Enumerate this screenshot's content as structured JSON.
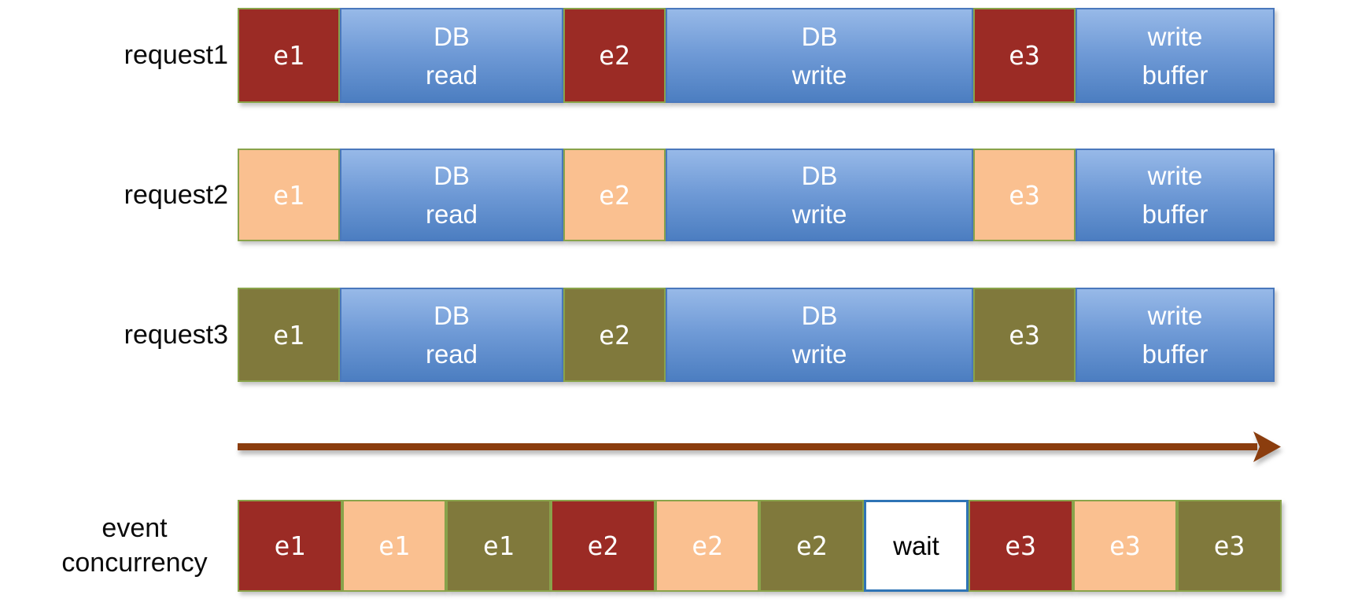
{
  "colors": {
    "maroon": "#9b2b25",
    "peach": "#fac090",
    "olive": "#80793c",
    "event_border": "#89a34a",
    "task_blue_top": "#97b9e8",
    "task_blue_bottom": "#4c7ec1",
    "task_border": "#4a78bc",
    "wait_border": "#2e74b5",
    "wait_fill": "#ffffff",
    "arrow": "#8b3d0e",
    "row_label_text": "#0a0a0a",
    "block_text": "#ffffff"
  },
  "rows": [
    {
      "label": "request1",
      "event_color": "maroon",
      "blocks": [
        {
          "kind": "event",
          "label": "e1"
        },
        {
          "kind": "task",
          "lines": [
            "DB",
            "read"
          ]
        },
        {
          "kind": "event",
          "label": "e2"
        },
        {
          "kind": "task",
          "lines": [
            "DB",
            "write"
          ]
        },
        {
          "kind": "event",
          "label": "e3"
        },
        {
          "kind": "task",
          "lines": [
            "write",
            "buffer"
          ]
        }
      ]
    },
    {
      "label": "request2",
      "event_color": "peach",
      "blocks": [
        {
          "kind": "event",
          "label": "e1"
        },
        {
          "kind": "task",
          "lines": [
            "DB",
            "read"
          ]
        },
        {
          "kind": "event",
          "label": "e2"
        },
        {
          "kind": "task",
          "lines": [
            "DB",
            "write"
          ]
        },
        {
          "kind": "event",
          "label": "e3"
        },
        {
          "kind": "task",
          "lines": [
            "write",
            "buffer"
          ]
        }
      ]
    },
    {
      "label": "request3",
      "event_color": "olive",
      "blocks": [
        {
          "kind": "event",
          "label": "e1"
        },
        {
          "kind": "task",
          "lines": [
            "DB",
            "read"
          ]
        },
        {
          "kind": "event",
          "label": "e2"
        },
        {
          "kind": "task",
          "lines": [
            "DB",
            "write"
          ]
        },
        {
          "kind": "event",
          "label": "e3"
        },
        {
          "kind": "task",
          "lines": [
            "write",
            "buffer"
          ]
        }
      ]
    }
  ],
  "concurrency": {
    "label_lines": [
      "event",
      "concurrency"
    ],
    "blocks": [
      {
        "label": "e1",
        "color": "maroon"
      },
      {
        "label": "e1",
        "color": "peach"
      },
      {
        "label": "e1",
        "color": "olive"
      },
      {
        "label": "e2",
        "color": "maroon"
      },
      {
        "label": "e2",
        "color": "peach"
      },
      {
        "label": "e2",
        "color": "olive"
      },
      {
        "label": "wait",
        "color": "wait"
      },
      {
        "label": "e3",
        "color": "maroon"
      },
      {
        "label": "e3",
        "color": "peach"
      },
      {
        "label": "e3",
        "color": "olive"
      }
    ]
  }
}
